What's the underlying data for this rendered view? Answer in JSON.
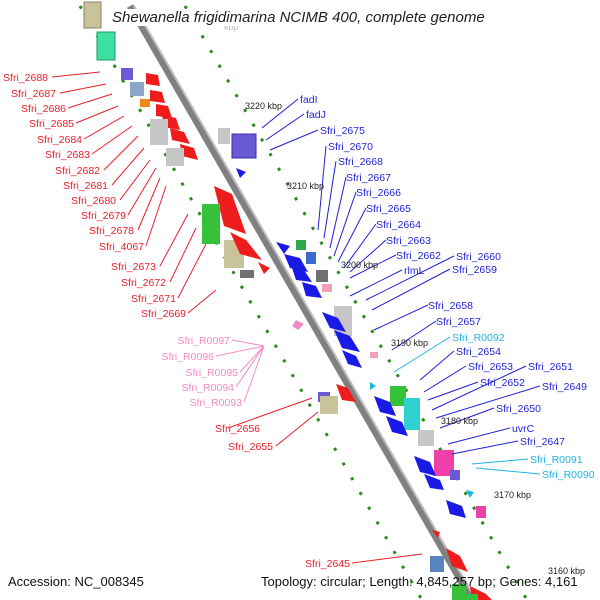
{
  "title": "Shewanella frigidimarina NCIMB 400, complete genome",
  "footer": {
    "accession": "Accession: NC_008345",
    "summary": "Topology: circular; Length: 4,845,257 bp; Genes: 4,161"
  },
  "colors": {
    "left_label": "#e8202a",
    "right_label": "#1f1fd6",
    "rna_right_label": "#1fb4e6",
    "rna_left_label": "#f28ac8",
    "axis": "#808080",
    "tick": "#2a8a1a"
  },
  "ticks": [
    {
      "label": "3220 kbp"
    },
    {
      "label": "3210 kbp"
    },
    {
      "label": "3200 kbp"
    },
    {
      "label": "3190 kbp"
    },
    {
      "label": "3180 kbp"
    },
    {
      "label": "3170 kbp"
    }
  ],
  "left_labels": [
    "Sfri_2688",
    "Sfri_2687",
    "Sfri_2686",
    "Sfri_2685",
    "Sfri_2684",
    "Sfri_2683",
    "Sfri_2682",
    "Sfri_2681",
    "Sfri_2680",
    "Sfri_2679",
    "Sfri_2678",
    "Sfri_4067",
    "Sfri_2673",
    "Sfri_2672",
    "Sfri_2671",
    "Sfri_2669"
  ],
  "left_rna_labels": [
    "Sfri_R0097",
    "Sfri_R0096",
    "Sfri_R0095",
    "Sfri_R0094",
    "Sfri_R0093"
  ],
  "left_labels_lower": [
    "Sfri_2656",
    "Sfri_2655",
    "Sfri_2645"
  ],
  "right_labels": [
    "fadI",
    "fadJ",
    "Sfri_2675",
    "Sfri_2670",
    "Sfri_2668",
    "Sfri_2667",
    "Sfri_2666",
    "Sfri_2665",
    "Sfri_2664",
    "Sfri_2663",
    "Sfri_2662",
    "rlmL",
    "Sfri_2660",
    "Sfri_2659",
    "Sfri_2658",
    "Sfri_2657",
    "Sfri_R0092",
    "Sfri_2654",
    "Sfri_2653",
    "Sfri_2652",
    "Sfri_2651",
    "Sfri_2649",
    "Sfri_2650",
    "uvrC",
    "Sfri_2647",
    "Sfri_R0091",
    "Sfri_R0090"
  ]
}
